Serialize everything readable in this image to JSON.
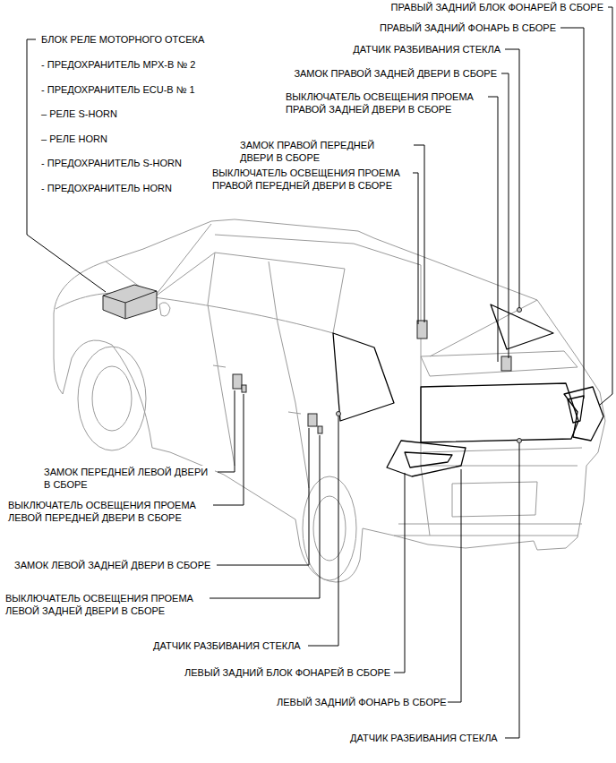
{
  "diagram": {
    "labels": [
      "ПРАВЫЙ ЗАДНИЙ БЛОК ФОНАРЕЙ В СБОРЕ",
      "ПРАВЫЙ ЗАДНИЙ ФОНАРЬ В СБОРЕ",
      "ДАТЧИК РАЗБИВАНИЯ СТЕКЛА",
      "ЗАМОК ПРАВОЙ ЗАДНЕЙ ДВЕРИ В СБОРЕ",
      "ВЫКЛЮЧАТЕЛЬ ОСВЕЩЕНИЯ ПРОЕМА ПРАВОЙ ЗАДНЕЙ ДВЕРИ В СБОРЕ",
      "БЛОК РЕЛЕ МОТОРНОГО ОТСЕКА",
      "- ПРЕДОХРАНИТЕЛЬ MPX-B № 2",
      "- ПРЕДОХРАНИТЕЛЬ ECU-B № 1",
      "– РЕЛЕ S-HORN",
      "– РЕЛЕ HORN",
      "- ПРЕДОХРАНИТЕЛЬ S-HORN",
      "- ПРЕДОХРАНИТЕЛЬ HORN",
      "ЗАМОК ПРАВОЙ ПЕРЕДНЕЙ ДВЕРИ В СБОРЕ",
      "ВЫКЛЮЧАТЕЛЬ ОСВЕЩЕНИЯ ПРОЕМА ПРАВОЙ ПЕРЕДНЕЙ ДВЕРИ В СБОРЕ",
      "ЗАМОК ПЕРЕДНЕЙ ЛЕВОЙ ДВЕРИ В СБОРЕ",
      "ВЫКЛЮЧАТЕЛЬ ОСВЕЩЕНИЯ ПРОЕМА ЛЕВОЙ ПЕРЕДНЕЙ ДВЕРИ В СБОРЕ",
      "ЗАМОК ЛЕВОЙ ЗАДНЕЙ ДВЕРИ В СБОРЕ",
      "ВЫКЛЮЧАТЕЛЬ ОСВЕЩЕНИЯ ПРОЕМА ЛЕВОЙ ЗАДНЕЙ ДВЕРИ В СБОРЕ",
      "ДАТЧИК РАЗБИВАНИЯ СТЕКЛА",
      "ЛЕВЫЙ ЗАДНИЙ БЛОК ФОНАРЕЙ В СБОРЕ",
      "ЛЕВЫЙ ЗАДНИЙ ФОНАРЬ В СБОРЕ",
      "ДАТЧИК РАЗБИВАНИЯ СТЕКЛА"
    ]
  }
}
